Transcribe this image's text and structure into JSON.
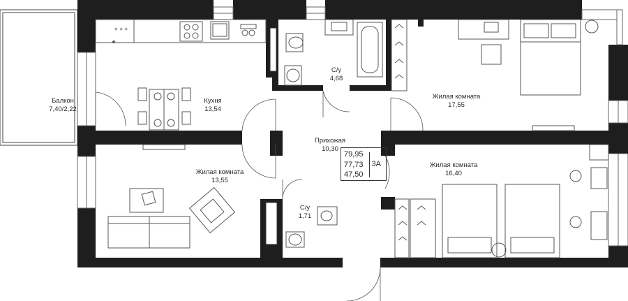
{
  "rooms": {
    "balcony": {
      "name": "Балкон",
      "area": "7,40/2,22"
    },
    "kitchen": {
      "name": "Кухня",
      "area": "13,54"
    },
    "bathroom_top": {
      "name": "С/у",
      "area": "4,68"
    },
    "bedroom_top": {
      "name": "Жилая комната",
      "area": "17,55"
    },
    "hallway": {
      "name": "Прихожая",
      "area": "10,30"
    },
    "living_left": {
      "name": "Жилая комната",
      "area": "13,55"
    },
    "bathroom_small": {
      "name": "С/у",
      "area": "1,71"
    },
    "bedroom_right": {
      "name": "Жилая комната",
      "area": "16,40"
    }
  },
  "summary": {
    "total_area": "79,95",
    "living_total": "77,73",
    "living_area": "47,50",
    "apartment_type": "3А"
  },
  "colors": {
    "wall": "#1e1e1e",
    "line": "#3a3a3a",
    "window": "#888888",
    "fixture": "#555555"
  }
}
